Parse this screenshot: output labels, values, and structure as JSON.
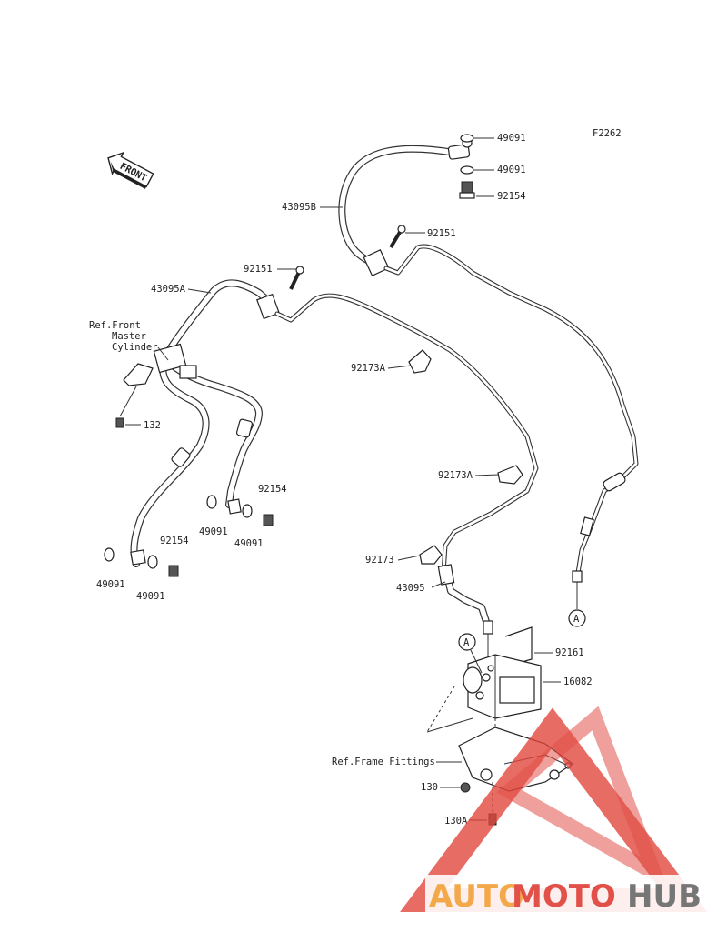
{
  "figure_code": "F2262",
  "front_arrow": "FRONT",
  "parts": {
    "p43095B": "43095B",
    "p43095A": "43095A",
    "p43095": "43095",
    "p92151_top": "92151",
    "p92151_left": "92151",
    "p49091_top1": "49091",
    "p49091_top2": "49091",
    "p92154_top": "92154",
    "p92173A_1": "92173A",
    "p92173A_2": "92173A",
    "p92173": "92173",
    "p132": "132",
    "p92154_mid": "92154",
    "p49091_mid1": "49091",
    "p49091_mid2": "49091",
    "p92154_low": "92154",
    "p49091_low1": "49091",
    "p49091_low2": "49091",
    "p92161": "92161",
    "p16082": "16082",
    "p130": "130",
    "p130A": "130A"
  },
  "refs": {
    "master_cylinder_1": "Ref.Front",
    "master_cylinder_2": "Master",
    "master_cylinder_3": "Cylinder",
    "frame_fittings": "Ref.Frame Fittings"
  },
  "callouts": {
    "a1": "A",
    "a2": "A"
  },
  "watermark": {
    "part1": "AUTO",
    "part2": "MOTO",
    "part3": "HUB",
    "color_orange": "#f2a23a",
    "color_red": "#e0433a",
    "color_gray": "#6b6b6b"
  }
}
